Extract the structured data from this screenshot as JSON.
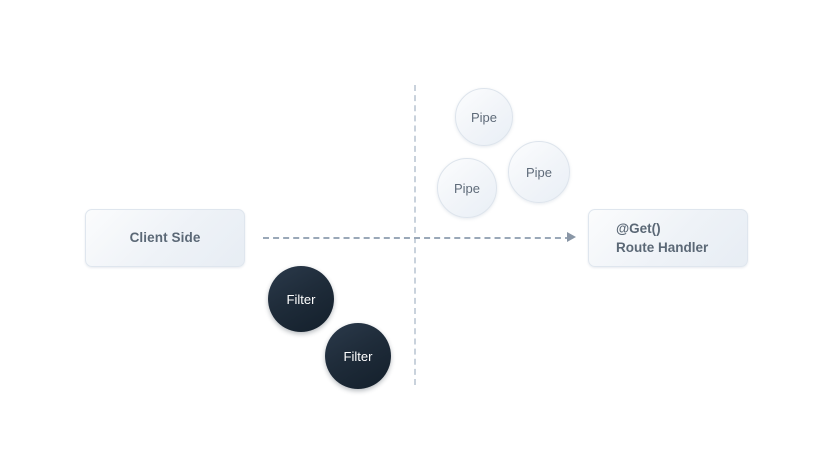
{
  "diagram": {
    "background_color": "#ffffff",
    "boxes": [
      {
        "id": "client-side",
        "label": "Client Side"
      },
      {
        "id": "route-handler",
        "line1": "@Get()",
        "line2": "Route Handler"
      }
    ],
    "pipes": [
      {
        "label": "Pipe"
      },
      {
        "label": "Pipe"
      },
      {
        "label": "Pipe"
      }
    ],
    "filters": [
      {
        "label": "Filter"
      },
      {
        "label": "Filter"
      }
    ],
    "colors": {
      "box_border": "#dfe6ee",
      "box_text": "#5b6876",
      "pipe_fill": "#f2f5f9",
      "pipe_text": "#5f6b79",
      "filter_fill": "#1f2c3a",
      "filter_text": "#ffffff",
      "dashed_guide": "#c9d2dc",
      "arrow": "#8996a6"
    }
  }
}
